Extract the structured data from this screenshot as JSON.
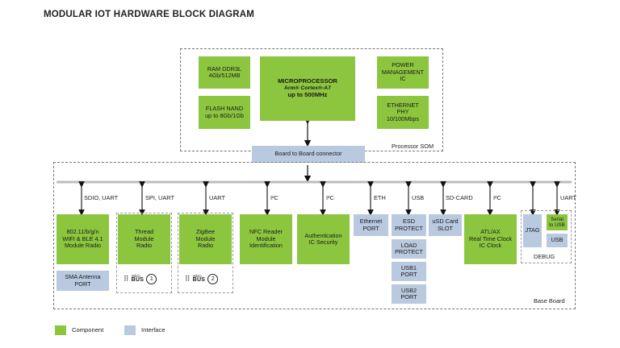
{
  "title": "MODULAR IOT HARDWARE BLOCK DIAGRAM",
  "colors": {
    "component": "#8cc63f",
    "interface": "#b9c9df"
  },
  "som": {
    "label": "Processor SOM",
    "ram": "RAM DDR3L\n4Gb/512MB",
    "flash": "FLASH NAND\nup to 8Gb/1Gb",
    "cpu_title": "MICROPROCESSOR",
    "cpu_line2": "Arm® Cortex®-A7",
    "cpu_line3": "up to 500MHz",
    "power": "POWER\nMANAGEMENT\nIC",
    "ethphy": "ETHERNET\nPHY\n10/100Mbps",
    "connector": "Board to Board connector"
  },
  "base": {
    "label": "Base Board",
    "buses": [
      "SDIO, UART",
      "SPI, UART",
      "UART",
      "I²C",
      "I²C",
      "ETH",
      "USB",
      "SD-CARD",
      "I²C",
      "UART"
    ],
    "wifi": "802.11/b/g/n\nWIFI & BLE 4.1\nModule Radio",
    "sma": "SMA Antenna\nPORT",
    "thread": "Thread\nModule\nRadio",
    "zigbee": "ZigBee\nModule\nRadio",
    "nfc": "NFC Reader\nModule\nIdentification",
    "auth": "Authentication\nIC Security",
    "eth_port": "Ethernet\nPORT",
    "esd": "ESD\nPROTECT",
    "load": "LOAD\nPROTECT",
    "usb1": "USB1\nPORT",
    "usb2": "USB2\nPORT",
    "usd": "uSD Card\nSLOT",
    "rtc": "ATL/AX\nReal Time Clock\nIC Clock",
    "jtag": "JTAG",
    "serial_usb": "Serial\nto USB",
    "usb": "USB",
    "debug": "DEBUG",
    "mikrobus_label": "mikro",
    "mikrobus_bus": "BUS",
    "mikrobus_1": "1",
    "mikrobus_2": "2"
  },
  "legend": {
    "component": "Component",
    "interface": "Interface"
  }
}
